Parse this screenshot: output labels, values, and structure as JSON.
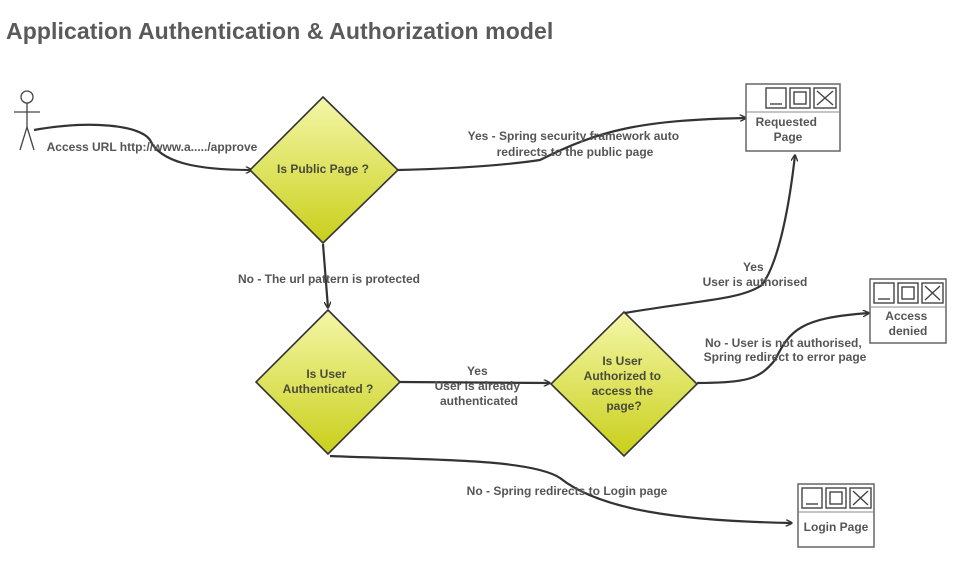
{
  "title": "Application Authentication & Authorization model",
  "decisions": {
    "public_page": [
      "Is Public Page ?"
    ],
    "authenticated": [
      "Is User",
      "Authenticated ?"
    ],
    "authorized": [
      "Is User",
      "Authorized to",
      "access  the",
      "page?"
    ]
  },
  "pages": {
    "requested": [
      "Requested",
      "Page"
    ],
    "access_denied": [
      "Access",
      "denied"
    ],
    "login": [
      "Login Page"
    ]
  },
  "edges": {
    "access_url": [
      "Access URL http://www.a...../approve"
    ],
    "public_yes": [
      "Yes - Spring security framework auto",
      "redirects to the public page"
    ],
    "public_no": [
      "No - The url pattern is protected"
    ],
    "auth_yes": [
      "Yes",
      "User is already",
      "authenticated"
    ],
    "auth_no": [
      "No - Spring redirects to Login page"
    ],
    "authz_yes": [
      "Yes",
      "User is authorised"
    ],
    "authz_no": [
      "No - User is not authorised,",
      "Spring redirect to error page"
    ]
  },
  "colors": {
    "title": "#5a5a5a",
    "diamond_top": "#f4f7a8",
    "diamond_bottom": "#c9cf1a",
    "edge": "#333333",
    "label": "#555555"
  },
  "icons": [
    "actor-icon",
    "minimize-icon",
    "maximize-icon",
    "close-icon"
  ]
}
